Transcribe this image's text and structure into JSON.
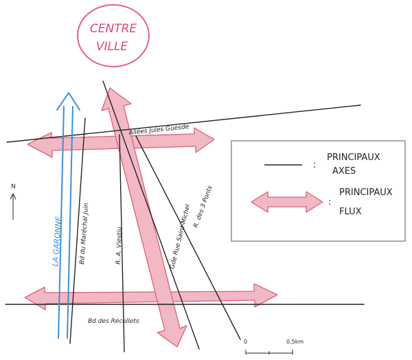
{
  "centre": {
    "line1": "CENTRE",
    "line2": "VILLE"
  },
  "roads": {
    "top": "Allées Jules Guesde",
    "bottom": "Bd des Récollets",
    "marechal": "Bd du Maréchal Juin",
    "viestiu": "R. A. Viestiu",
    "saint_michel": "Gde Rue Saint-Michel",
    "trois_ponts": "R. des 3 Ponts"
  },
  "river": "LA GARONNE",
  "north": "N",
  "legend": {
    "axes_line1": "PRINCIPAUX",
    "axes_line2": "AXES",
    "flux_line1": "PRINCIPAUX",
    "flux_line2": "FLUX",
    "separator": ":"
  },
  "scale": {
    "start": "0",
    "end": "0,5km"
  },
  "colors": {
    "flux_fill": "#f2b8c4",
    "flux_stroke": "#d9607a",
    "centre": "#e8607e",
    "river": "#3b8fd6",
    "road": "#222222"
  }
}
